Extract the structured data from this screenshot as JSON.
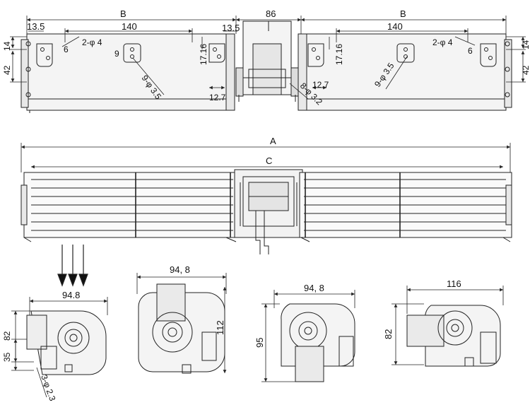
{
  "top_view": {
    "left_unit": {
      "B": "B",
      "w140": "140",
      "d13_5": "13.5",
      "d2phi4": "2-φ 4",
      "d6": "6",
      "d14": "14",
      "d42": "42",
      "d9": "9",
      "d9phi3_5": "9-φ 3.5",
      "d17_16": "17.16",
      "d12_7": "12.7",
      "d13_5b": "13.5"
    },
    "motor": {
      "d86": "86",
      "d8phi3_2": "8-φ 3.2"
    },
    "right_unit": {
      "B": "B",
      "w140": "140",
      "d17_16": "17.16",
      "d2phi4": "2-φ 4",
      "d6": "6",
      "d14": "14",
      "d42": "42",
      "d9phi3_5": "9-φ 3.5",
      "d12_7": "12.7"
    }
  },
  "front_view": {
    "A": "A",
    "C": "C"
  },
  "side_views": [
    {
      "width": "94.8",
      "h82": "82",
      "h35": "35",
      "holes": "3-φ 2.3"
    },
    {
      "width": "94, 8",
      "height": "112"
    },
    {
      "width": "94, 8",
      "height": "95"
    },
    {
      "width": "116",
      "height": "82"
    }
  ]
}
